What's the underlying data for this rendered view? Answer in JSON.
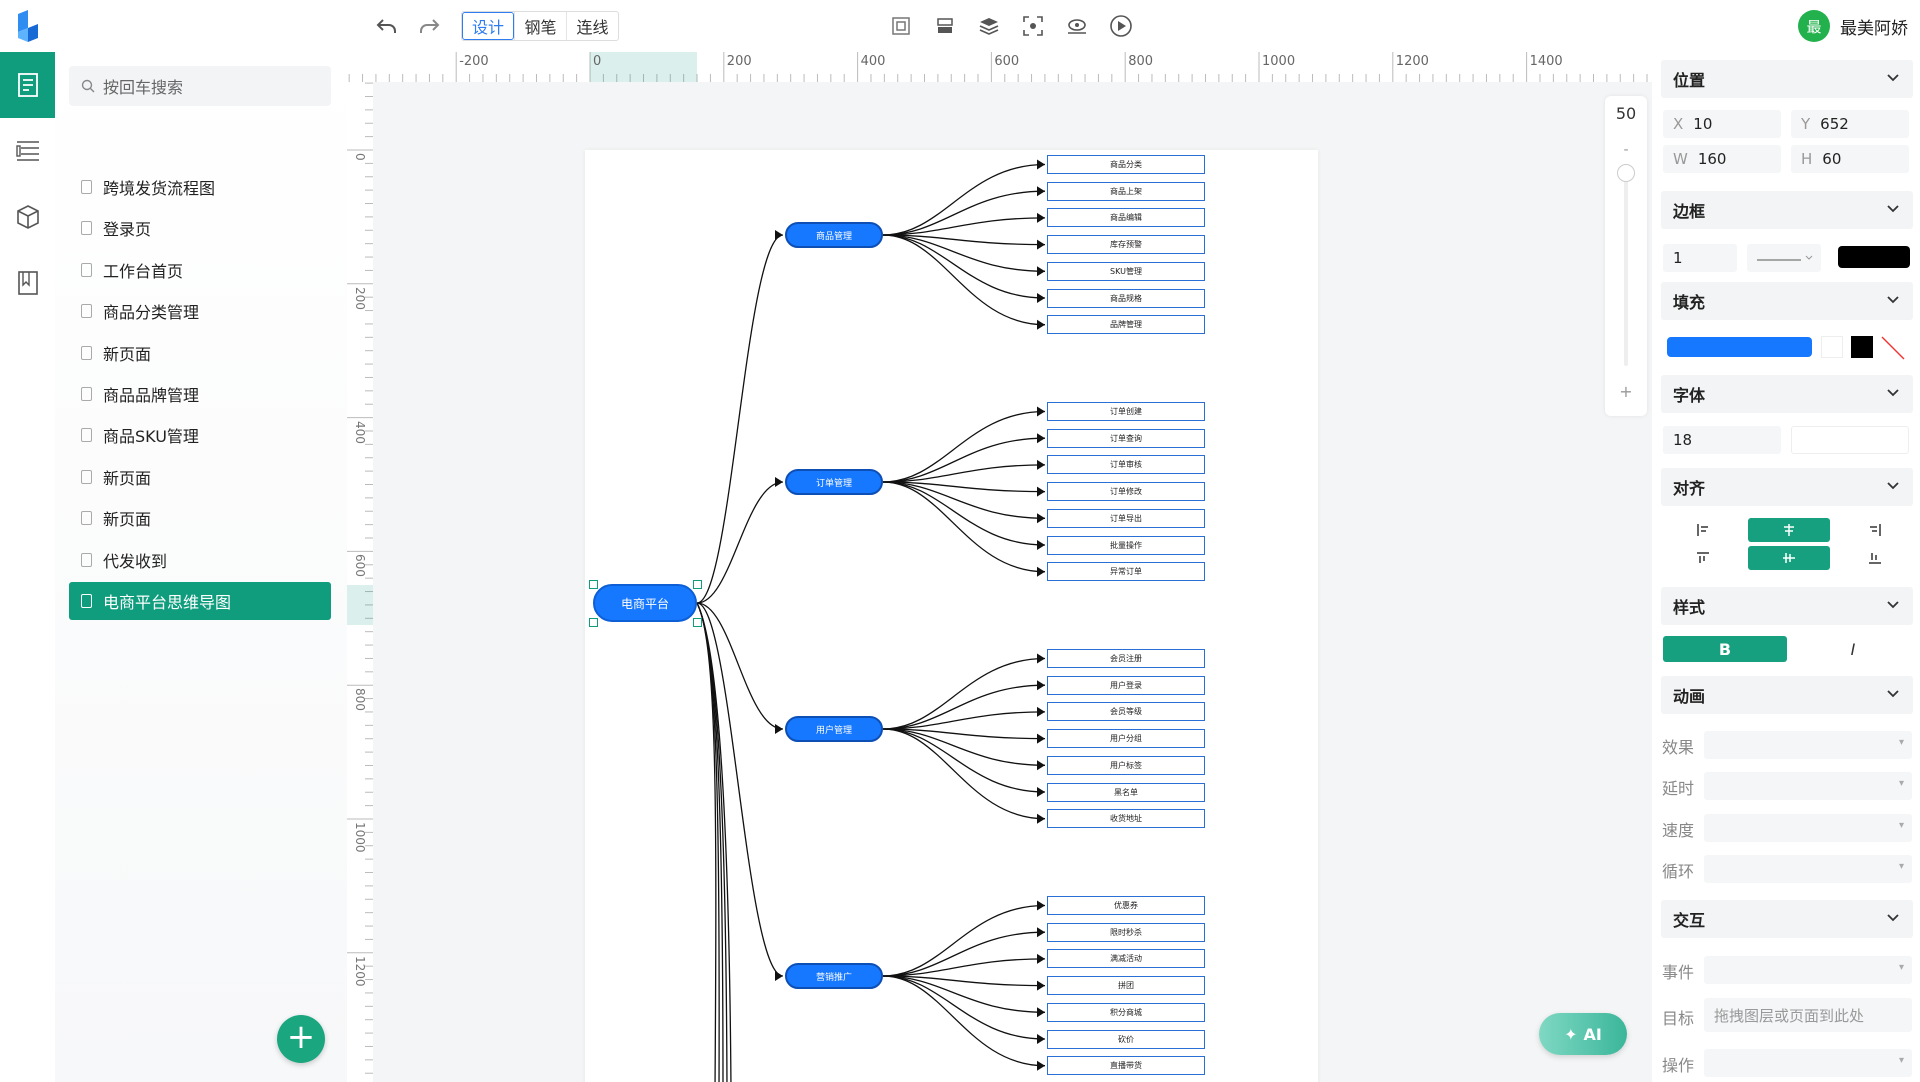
{
  "toolbar": {
    "modes": [
      "设计",
      "钢笔",
      "连线"
    ],
    "user_initial": "最",
    "user_name": "最美阿娇"
  },
  "sidebar": {
    "search_placeholder": "按回车搜索",
    "pages": [
      "跨境发货流程图",
      "登录页",
      "工作台首页",
      "商品分类管理",
      "新页面",
      "商品品牌管理",
      "商品SKU管理",
      "新页面",
      "新页面",
      "代发收到",
      "电商平台思维导图"
    ],
    "active_index": 10
  },
  "ruler": {
    "top": [
      "-200",
      "0",
      "200",
      "400",
      "600",
      "800",
      "1000",
      "1200",
      "1400"
    ],
    "left": [
      "0",
      "200",
      "400",
      "600",
      "800",
      "1000",
      "1200"
    ]
  },
  "zoom": {
    "value": "50",
    "minus": "-",
    "plus": "+"
  },
  "mindmap": {
    "root": "电商平台",
    "branches": [
      {
        "name": "商品管理",
        "leaves": [
          "商品分类",
          "商品上架",
          "商品编辑",
          "库存预警",
          "SKU管理",
          "商品规格",
          "品牌管理"
        ]
      },
      {
        "name": "订单管理",
        "leaves": [
          "订单创建",
          "订单查询",
          "订单审核",
          "订单修改",
          "订单导出",
          "批量操作",
          "异常订单"
        ]
      },
      {
        "name": "用户管理",
        "leaves": [
          "会员注册",
          "用户登录",
          "会员等级",
          "用户分组",
          "用户标签",
          "黑名单",
          "收货地址"
        ]
      },
      {
        "name": "营销推广",
        "leaves": [
          "优惠券",
          "限时秒杀",
          "满减活动",
          "拼团",
          "积分商城",
          "砍价",
          "直播带货"
        ]
      }
    ]
  },
  "ai_label": "AI",
  "panel": {
    "position": {
      "title": "位置",
      "x_key": "X",
      "x": "10",
      "y_key": "Y",
      "y": "652",
      "w_key": "W",
      "w": "160",
      "h_key": "H",
      "h": "60"
    },
    "border": {
      "title": "边框",
      "width": "1",
      "color": "#000000"
    },
    "fill": {
      "title": "填充",
      "color": "#1677ff"
    },
    "font": {
      "title": "字体",
      "size": "18"
    },
    "align": {
      "title": "对齐"
    },
    "style": {
      "title": "样式",
      "bold": "B",
      "italic": "I"
    },
    "animation": {
      "title": "动画",
      "effect": "效果",
      "delay": "延时",
      "speed": "速度",
      "loop": "循环"
    },
    "interaction": {
      "title": "交互",
      "event": "事件",
      "target": "目标",
      "target_placeholder": "拖拽图层或页面到此处",
      "action": "操作"
    }
  },
  "colors": {
    "accent": "#0f9d7e",
    "node_blue": "#1677ff",
    "leaf_border": "#2a6fd6"
  }
}
